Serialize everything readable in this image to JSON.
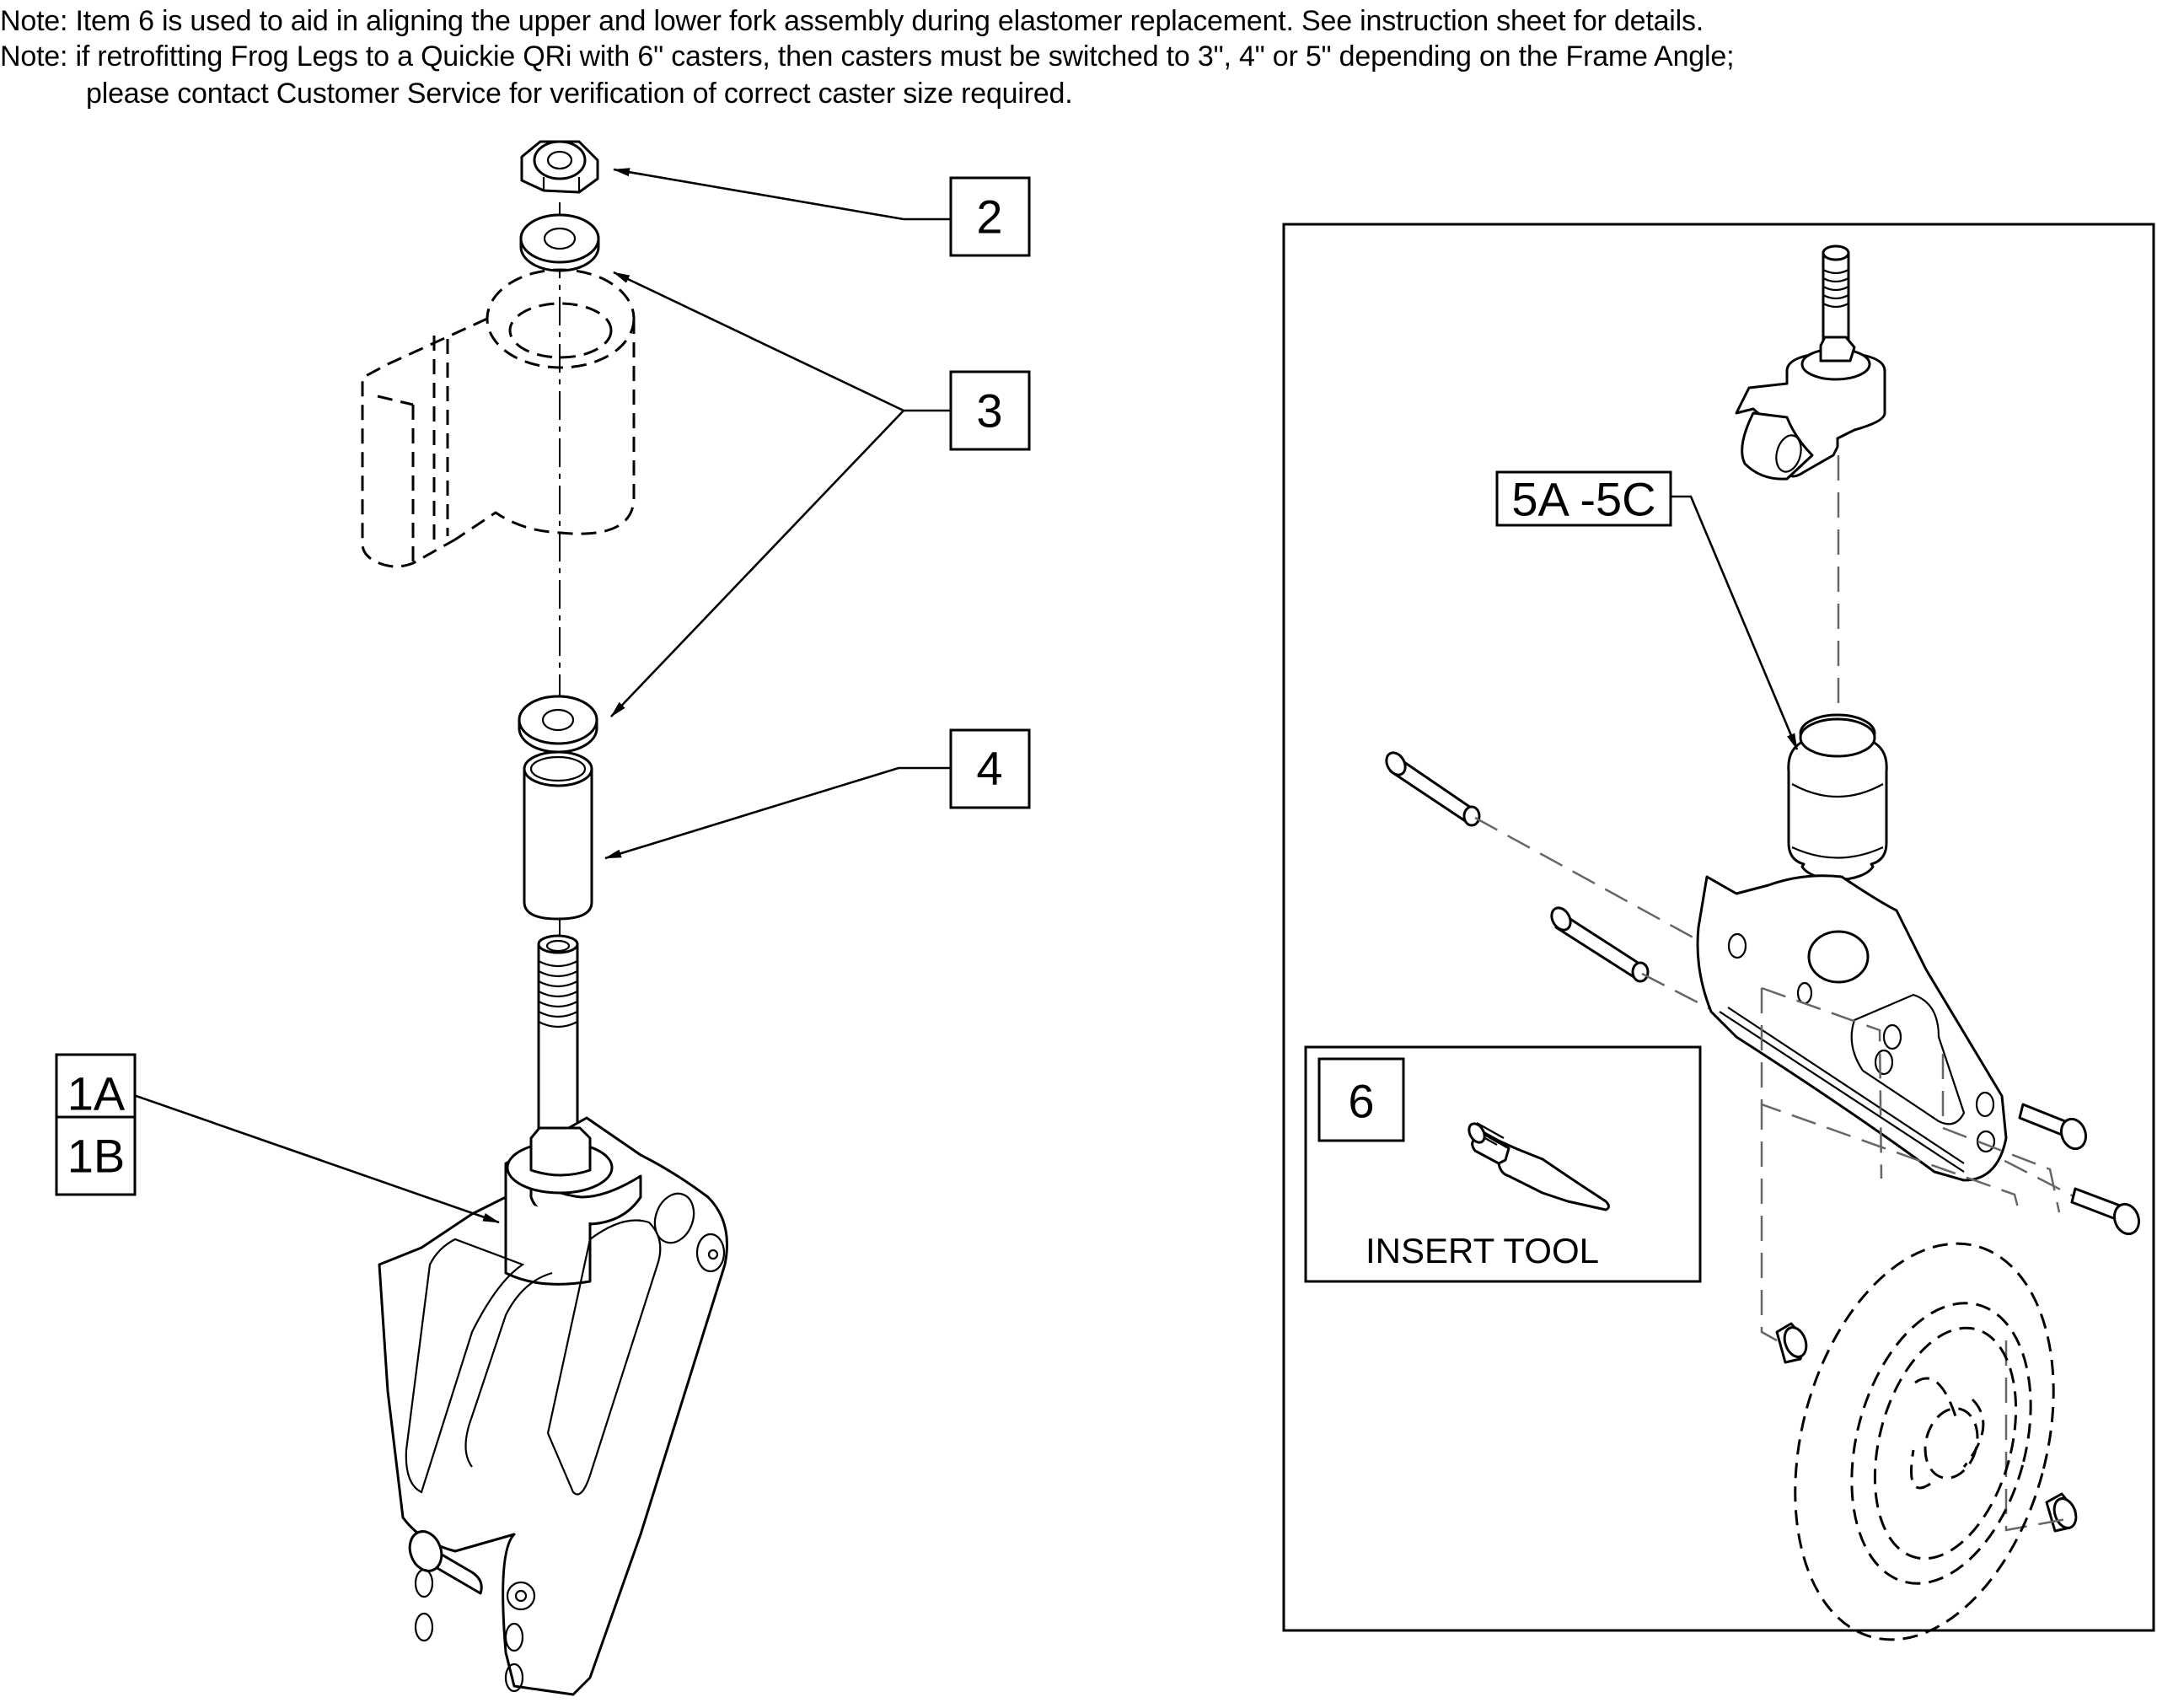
{
  "notes": [
    "Note: Item 6 is used to aid in aligning the upper and lower fork assembly during elastomer replacement. See instruction sheet for details.",
    "Note: if retrofitting Frog Legs to a Quickie QRi with 6\" casters, then casters must be switched to 3\", 4\" or 5\" depending on the Frame Angle;",
    "please contact Customer Service for verification of correct caster size required."
  ],
  "callouts": {
    "item_2": "2",
    "item_3": "3",
    "item_4": "4",
    "item_1a": "1A",
    "item_1b": "1B",
    "item_5": "5A -5C",
    "item_6": "6"
  },
  "inset": {
    "tool_label": "INSERT TOOL"
  },
  "parts": [
    {
      "callout": "1A / 1B",
      "name": "Lower fork assembly with stem bolt"
    },
    {
      "callout": "2",
      "name": "Hex nut"
    },
    {
      "callout": "3",
      "name": "Washer (x2)"
    },
    {
      "callout": "4",
      "name": "Spacer tube"
    },
    {
      "callout": "5A -5C",
      "name": "Elastomer"
    },
    {
      "callout": "6",
      "name": "Insert tool"
    }
  ]
}
